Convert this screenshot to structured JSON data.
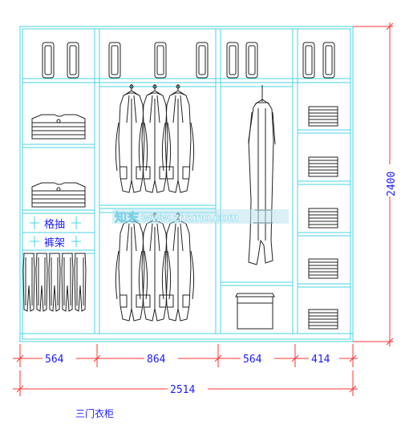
{
  "diagram": {
    "caption": "三门衣柜",
    "watermark": "知末 www.znzmo.com",
    "labels": {
      "pants_rack_upper": "格抽",
      "pants_rack_lower": "裤架"
    },
    "dimensions": {
      "width_1": "564",
      "width_2": "864",
      "width_3": "564",
      "width_4": "414",
      "total_width": "2514",
      "height": "2400"
    },
    "colors": {
      "outline": "#49d3e6",
      "dimension_line": "#ff3333",
      "dimension_text": "#1c1cff",
      "clothing": "#202020"
    }
  }
}
